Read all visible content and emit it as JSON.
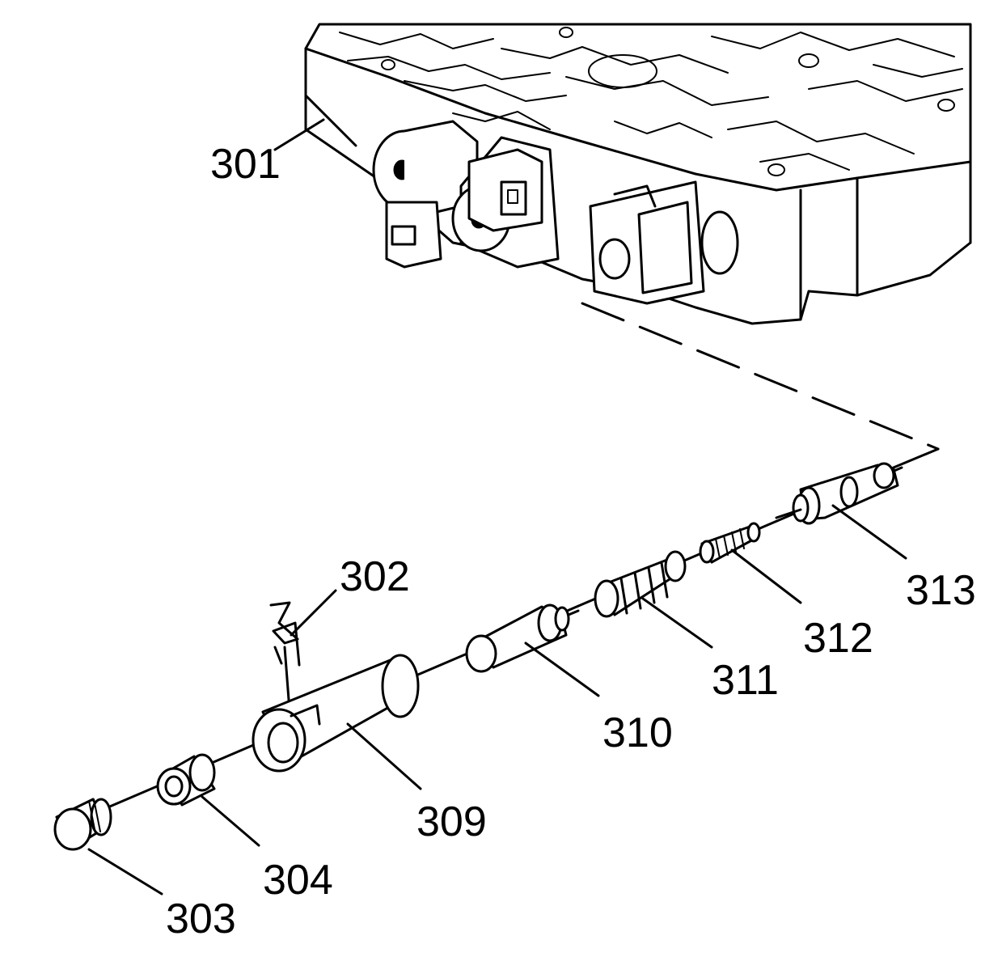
{
  "diagram": {
    "callouts": [
      {
        "id": "301",
        "label": "301"
      },
      {
        "id": "302",
        "label": "302"
      },
      {
        "id": "303",
        "label": "303"
      },
      {
        "id": "304",
        "label": "304"
      },
      {
        "id": "309",
        "label": "309"
      },
      {
        "id": "310",
        "label": "310"
      },
      {
        "id": "311",
        "label": "311"
      },
      {
        "id": "312",
        "label": "312"
      },
      {
        "id": "313",
        "label": "313"
      }
    ]
  }
}
